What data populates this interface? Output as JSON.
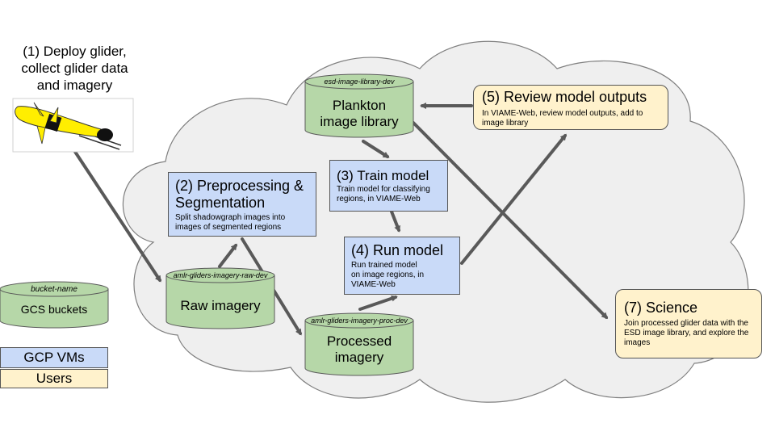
{
  "step1": {
    "title": "(1) Deploy glider, collect glider data and imagery"
  },
  "step2": {
    "title": "(2) Preprocessing & Segmentation",
    "desc": "Split shadowgraph images into images of segmented regions"
  },
  "step3": {
    "title": "(3) Train model",
    "desc": "Train model for classifying regions, in VIAME-Web"
  },
  "step4": {
    "title": "(4) Run model",
    "desc": "Run trained model on image regions, in VIAME-Web"
  },
  "step5": {
    "title": "(5) Review model outputs",
    "desc": "In VIAME-Web, review model outputs, add to image library"
  },
  "step7": {
    "title": "(7) Science",
    "desc": "Join processed glider data with the ESD image library, and explore the images"
  },
  "buckets": {
    "plankton": {
      "tag": "esd-image-library-dev",
      "title": "Plankton image library"
    },
    "raw": {
      "tag": "amlr-gliders-imagery-raw-dev",
      "title": "Raw imagery"
    },
    "processed": {
      "tag": "amlr-gliders-imagery-proc-dev",
      "title": "Processed imagery"
    }
  },
  "legend": {
    "bucket_tag": "bucket-name",
    "bucket_label": "GCS buckets",
    "vm_label": "GCP VMs",
    "user_label": "Users"
  },
  "colors": {
    "bucket": "#b6d7a8",
    "vm": "#c9daf8",
    "user": "#fff2cc",
    "cloud": "#efefef",
    "arrow": "#595959",
    "glider_body": "#ffee00"
  }
}
